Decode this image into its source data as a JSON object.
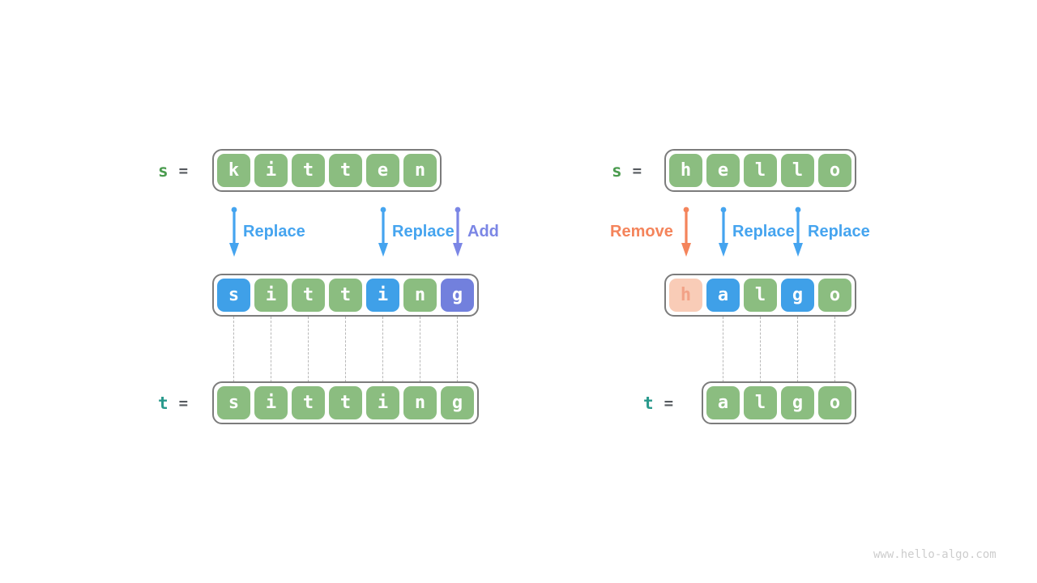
{
  "watermark": "www.hello-algo.com",
  "palette": {
    "cell_green": "#8BBD80",
    "cell_blue": "#3FA0E8",
    "cell_purple": "#7280DD",
    "cell_peach_bg": "#F9CCB7",
    "cell_peach_text": "#F2A287",
    "arrow_blue": "#45A4EF",
    "arrow_purple": "#7B86E5",
    "arrow_orange": "#F4845B",
    "var_s_green": "#4C9C50",
    "var_t_teal": "#29998C",
    "equals_gray": "#55595E",
    "strip_border_gray": "#7C7C7C",
    "dash_gray": "#B8B8B8",
    "watermark_gray": "#CDCDCD"
  },
  "left": {
    "s_var": "s",
    "t_var": "t",
    "eq": "=",
    "source": [
      "k",
      "i",
      "t",
      "t",
      "e",
      "n"
    ],
    "ops": [
      {
        "label": "Replace",
        "type": "replace"
      },
      {
        "label": "Replace",
        "type": "replace"
      },
      {
        "label": "Add",
        "type": "add"
      }
    ],
    "mid": [
      "s",
      "i",
      "t",
      "t",
      "i",
      "n",
      "g"
    ],
    "mid_styles": [
      "replaced",
      "kept",
      "kept",
      "kept",
      "replaced",
      "kept",
      "added"
    ],
    "target": [
      "s",
      "i",
      "t",
      "t",
      "i",
      "n",
      "g"
    ]
  },
  "right": {
    "s_var": "s",
    "t_var": "t",
    "eq": "=",
    "source": [
      "h",
      "e",
      "l",
      "l",
      "o"
    ],
    "ops": [
      {
        "label": "Remove",
        "type": "remove"
      },
      {
        "label": "Replace",
        "type": "replace"
      },
      {
        "label": "Replace",
        "type": "replace"
      }
    ],
    "mid": [
      "h",
      "a",
      "l",
      "g",
      "o"
    ],
    "mid_styles": [
      "removed",
      "replaced",
      "kept",
      "replaced",
      "kept"
    ],
    "target": [
      "a",
      "l",
      "g",
      "o"
    ]
  }
}
